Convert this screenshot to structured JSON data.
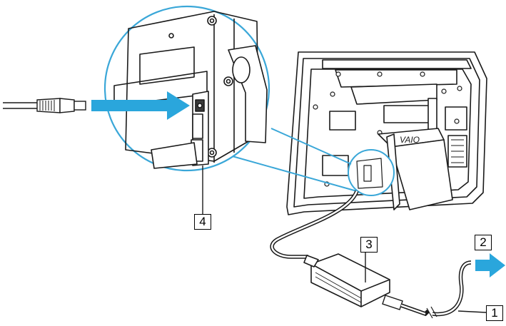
{
  "callouts": {
    "dc_in_port": "4",
    "ac_adapter": "3",
    "to_ac_outlet": "2",
    "power_cord": "1"
  },
  "brand_logo": "VAIO",
  "colors": {
    "arrow": "#2aa6dc",
    "outline": "#1a1a1a",
    "panel_fill": "#ffffff",
    "callout_line": "#3aa7d8"
  }
}
